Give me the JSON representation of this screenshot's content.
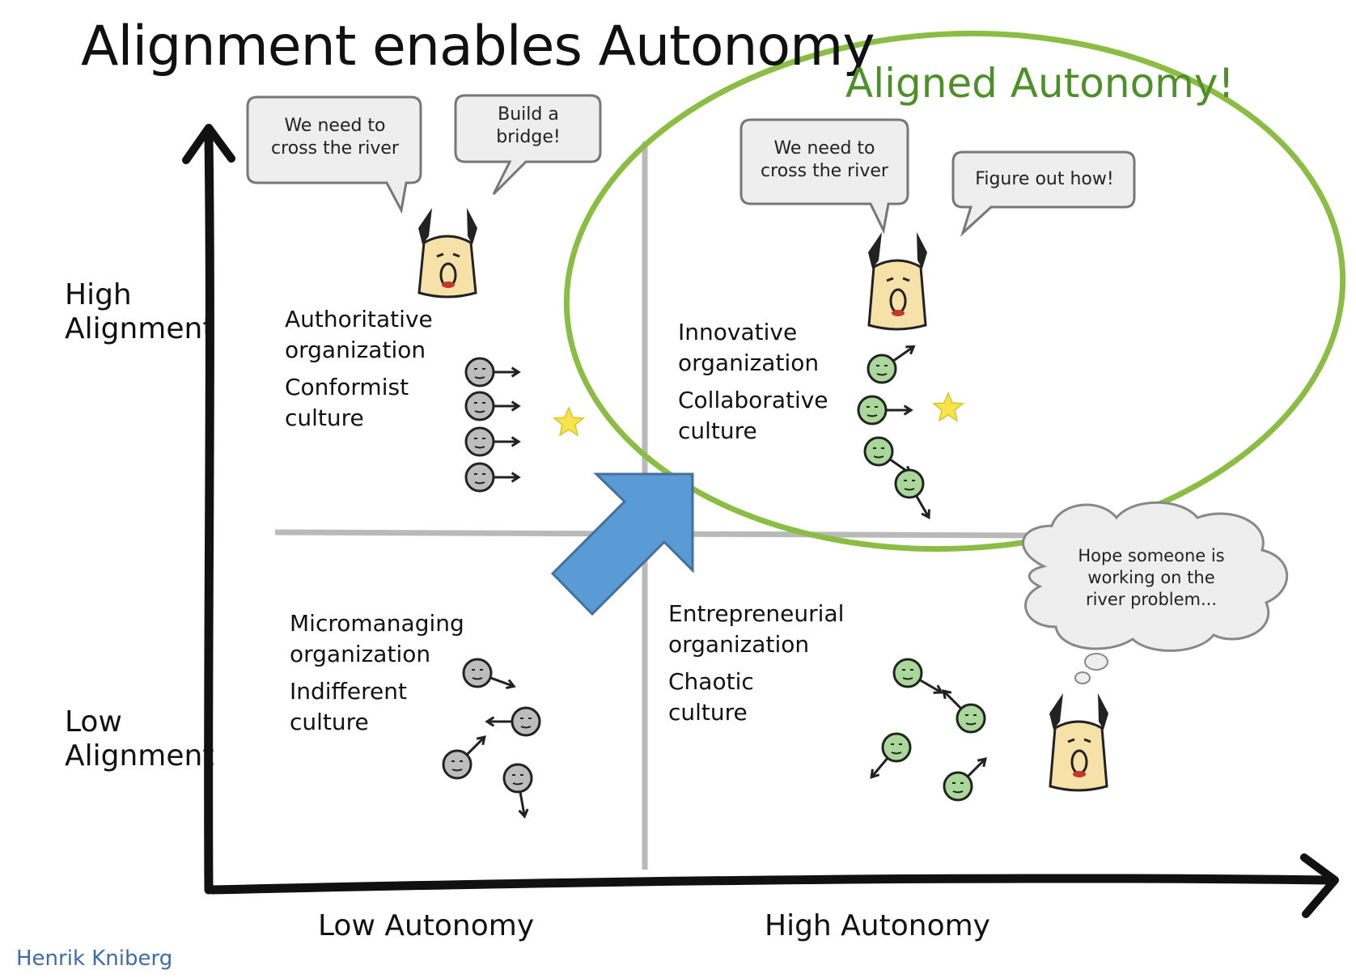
{
  "title": "Alignment enables Autonomy",
  "highlight_title": "Aligned Autonomy!",
  "axes": {
    "y_high": [
      "High",
      "Alignment"
    ],
    "y_low": [
      "Low",
      "Alignment"
    ],
    "x_low": "Low Autonomy",
    "x_high": "High Autonomy"
  },
  "quadrants": {
    "top_left": {
      "org": [
        "Authoritative",
        "organization"
      ],
      "culture": [
        "Conformist",
        "culture"
      ]
    },
    "top_right": {
      "org": [
        "Innovative",
        "organization"
      ],
      "culture": [
        "Collaborative",
        "culture"
      ]
    },
    "bottom_left": {
      "org": [
        "Micromanaging",
        "organization"
      ],
      "culture": [
        "Indifferent",
        "culture"
      ]
    },
    "bottom_right": {
      "org": [
        "Entrepreneurial",
        "organization"
      ],
      "culture": [
        "Chaotic",
        "culture"
      ]
    }
  },
  "speech": {
    "tl_leader": [
      "We need to",
      "cross the river"
    ],
    "tl_order": [
      "Build a",
      "bridge!"
    ],
    "tr_leader": [
      "We need to",
      "cross the river"
    ],
    "tr_order": [
      "Figure out how!"
    ],
    "br_thought": [
      "Hope someone is",
      "working on the",
      "river problem..."
    ]
  },
  "credit": "Henrik Kniberg",
  "colors": {
    "ink": "#111111",
    "divider": "#b9b9b9",
    "highlight": "#8bbd45",
    "arrow": "#5b9bd5",
    "team_green": "#a9d89a",
    "team_grey": "#bdbdbd",
    "boss_face": "#f6e2a8",
    "star": "#f7e34a",
    "bubble_fill": "#eeeeee"
  }
}
